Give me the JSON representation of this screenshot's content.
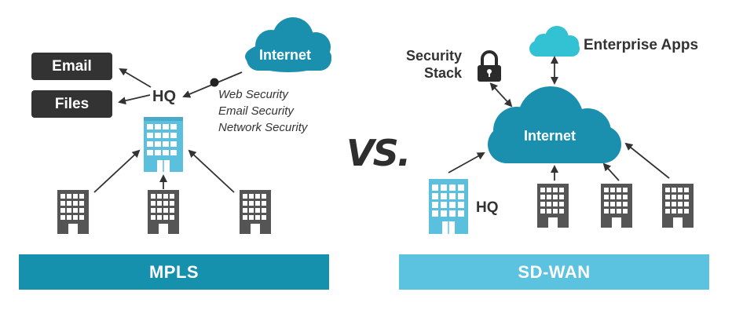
{
  "mpls": {
    "banner_label": "MPLS",
    "email_label": "Email",
    "files_label": "Files",
    "hq_label": "HQ",
    "internet_label": "Internet",
    "services": [
      "Web Security",
      "Email Security",
      "Network Security"
    ]
  },
  "vs_label": "VS.",
  "sdwan": {
    "banner_label": "SD-WAN",
    "security_stack_label_line1": "Security",
    "security_stack_label_line2": "Stack",
    "enterprise_apps_label": "Enterprise Apps",
    "internet_label": "Internet",
    "hq_label": "HQ"
  },
  "colors": {
    "dark": "#333333",
    "hq_building": "#5bc0de",
    "branch_building": "#555555",
    "internet_cloud": "#1a8fae",
    "enterprise_cloud": "#32c2d4",
    "mpls_banner": "#1590ad",
    "sdwan_banner": "#5bc3e0"
  }
}
